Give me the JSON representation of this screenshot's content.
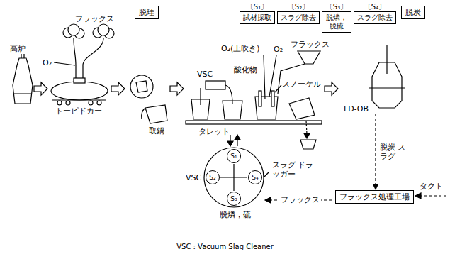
{
  "diagram": {
    "caption": "VSC : Vacuum Slag Cleaner",
    "nodes": [
      {
        "text": [
          "脱珪"
        ]
      },
      {
        "text": [
          "〔S₁〕",
          "試材採取"
        ]
      },
      {
        "text": [
          "〔S₂〕",
          "スラグ除去"
        ]
      },
      {
        "text": [
          "〔S₃〕",
          "脱燐， 脱硫"
        ]
      },
      {
        "text": [
          "〔S₄〕",
          "スラグ除去"
        ]
      },
      {
        "text": [
          "脱炭"
        ]
      },
      {
        "text": [
          "LD-OB"
        ]
      },
      {
        "text": [
          "フラックス処理工場"
        ]
      },
      {
        "text": [
          "S₁"
        ]
      },
      {
        "text": [
          "S₂"
        ]
      },
      {
        "text": [
          "S₃"
        ]
      },
      {
        "text": [
          "S₄"
        ]
      }
    ],
    "edges": [
      {
        "from": 6,
        "to": 7,
        "arrow": "to",
        "label": "脱炭 スラグ"
      }
    ],
    "labels": [
      "高炉",
      "フラックス",
      "O₂",
      "トーピドカー",
      "取鍋",
      "VSC",
      "O₂(上吹き)",
      "酸化物",
      "O₂",
      "フラックス",
      "スノーケル",
      "タレット",
      "VSC",
      "スラグ ドラッガー",
      "脱燐，硫",
      "タクト",
      "フラックス"
    ]
  }
}
